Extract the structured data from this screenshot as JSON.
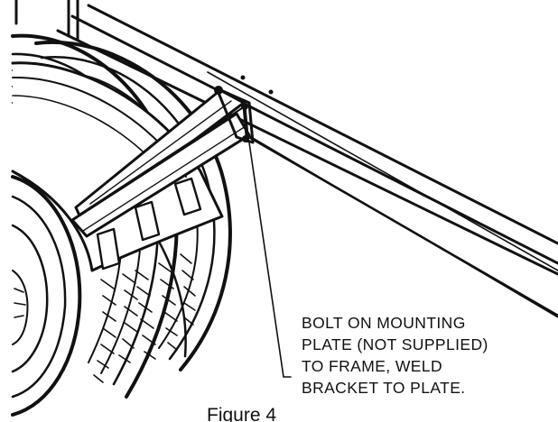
{
  "callout": {
    "lines": [
      "BOLT ON MOUNTING",
      "PLATE (NOT SUPPLIED)",
      "TO FRAME, WELD",
      "BRACKET TO PLATE."
    ]
  },
  "caption": "Figure 4"
}
